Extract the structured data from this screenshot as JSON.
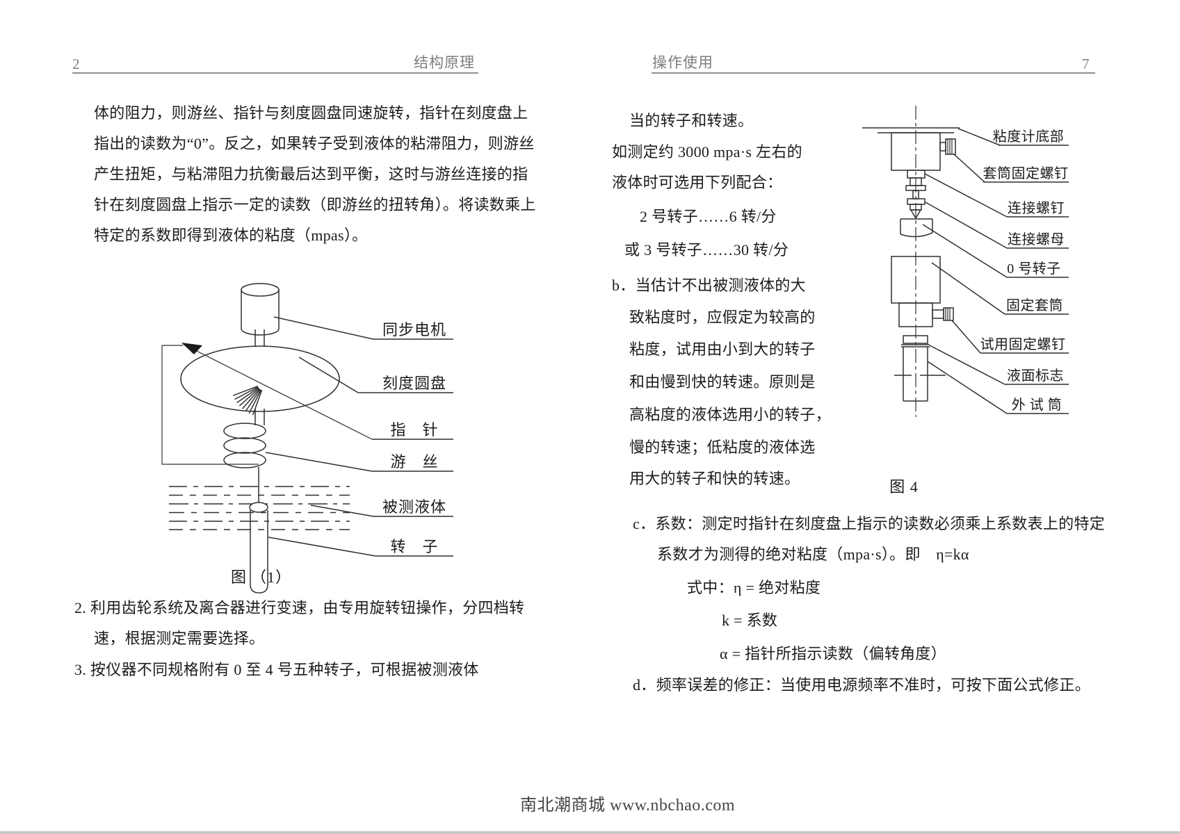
{
  "left_page": {
    "page_number": "2",
    "header_title": "结构原理",
    "paragraph": [
      "体的阻力，则游丝、指针与刻度圆盘同速旋转，指针在刻度盘上",
      "指出的读数为“0”。反之，如果转子受到液体的粘滞阻力，则游丝",
      "产生扭矩，与粘滞阻力抗衡最后达到平衡，这时与游丝连接的指",
      "针在刻度圆盘上指示一定的读数（即游丝的扭转角）。将读数乘上",
      "特定的系数即得到液体的粘度（mpas）。"
    ],
    "items": [
      "2. 利用齿轮系统及离合器进行变速，由专用旋转钮操作，分四档转",
      "速，根据测定需要选择。",
      "3. 按仪器不同规格附有 0 至 4 号五种转子，可根据被测液体"
    ],
    "figure1": {
      "caption_a": "图",
      "caption_b": "（1）",
      "labels": {
        "motor": "同步电机",
        "dial": "刻度圆盘",
        "pointer": "指　针",
        "hairspring": "游　丝",
        "liquid": "被测液体",
        "rotor": "转　子"
      }
    }
  },
  "right_page": {
    "page_number": "7",
    "header_title": "操作使用",
    "column": [
      "当的转子和转速。",
      "如测定约 3000 mpa·s 左右的",
      "液体时可选用下列配合：",
      "2 号转子……6 转/分",
      "或 3 号转子……30 转/分",
      "b．当估计不出被测液体的大",
      "致粘度时，应假定为较高的",
      "粘度，试用由小到大的转子",
      "和由慢到快的转速。原则是",
      "高粘度的液体选用小的转子，",
      "慢的转速；低粘度的液体选",
      "用大的转子和快的转速。"
    ],
    "wide": [
      "c．系数：测定时指针在刻度盘上指示的读数必须乘上系数表上的特定",
      "系数才为测得的绝对粘度（mpa·s）。即　η=kα",
      "式中：η = 绝对粘度",
      "k = 系数",
      "α = 指针所指示读数（偏转角度）",
      "d．频率误差的修正：当使用电源频率不准时，可按下面公式修正。"
    ],
    "figure4": {
      "caption": "图 4",
      "labels": {
        "base": "粘度计底部",
        "sleeve_screw": "套筒固定螺钉",
        "connect_screw": "连接螺钉",
        "connect_nut": "连接螺母",
        "rotor0": "0 号转子",
        "fixed_sleeve": "固定套筒",
        "trial_screw": "试用固定螺钉",
        "level_mark": "液面标志",
        "outer_tube": "外 试 筒"
      }
    }
  },
  "footer": "南北潮商城 www.nbchao.com"
}
